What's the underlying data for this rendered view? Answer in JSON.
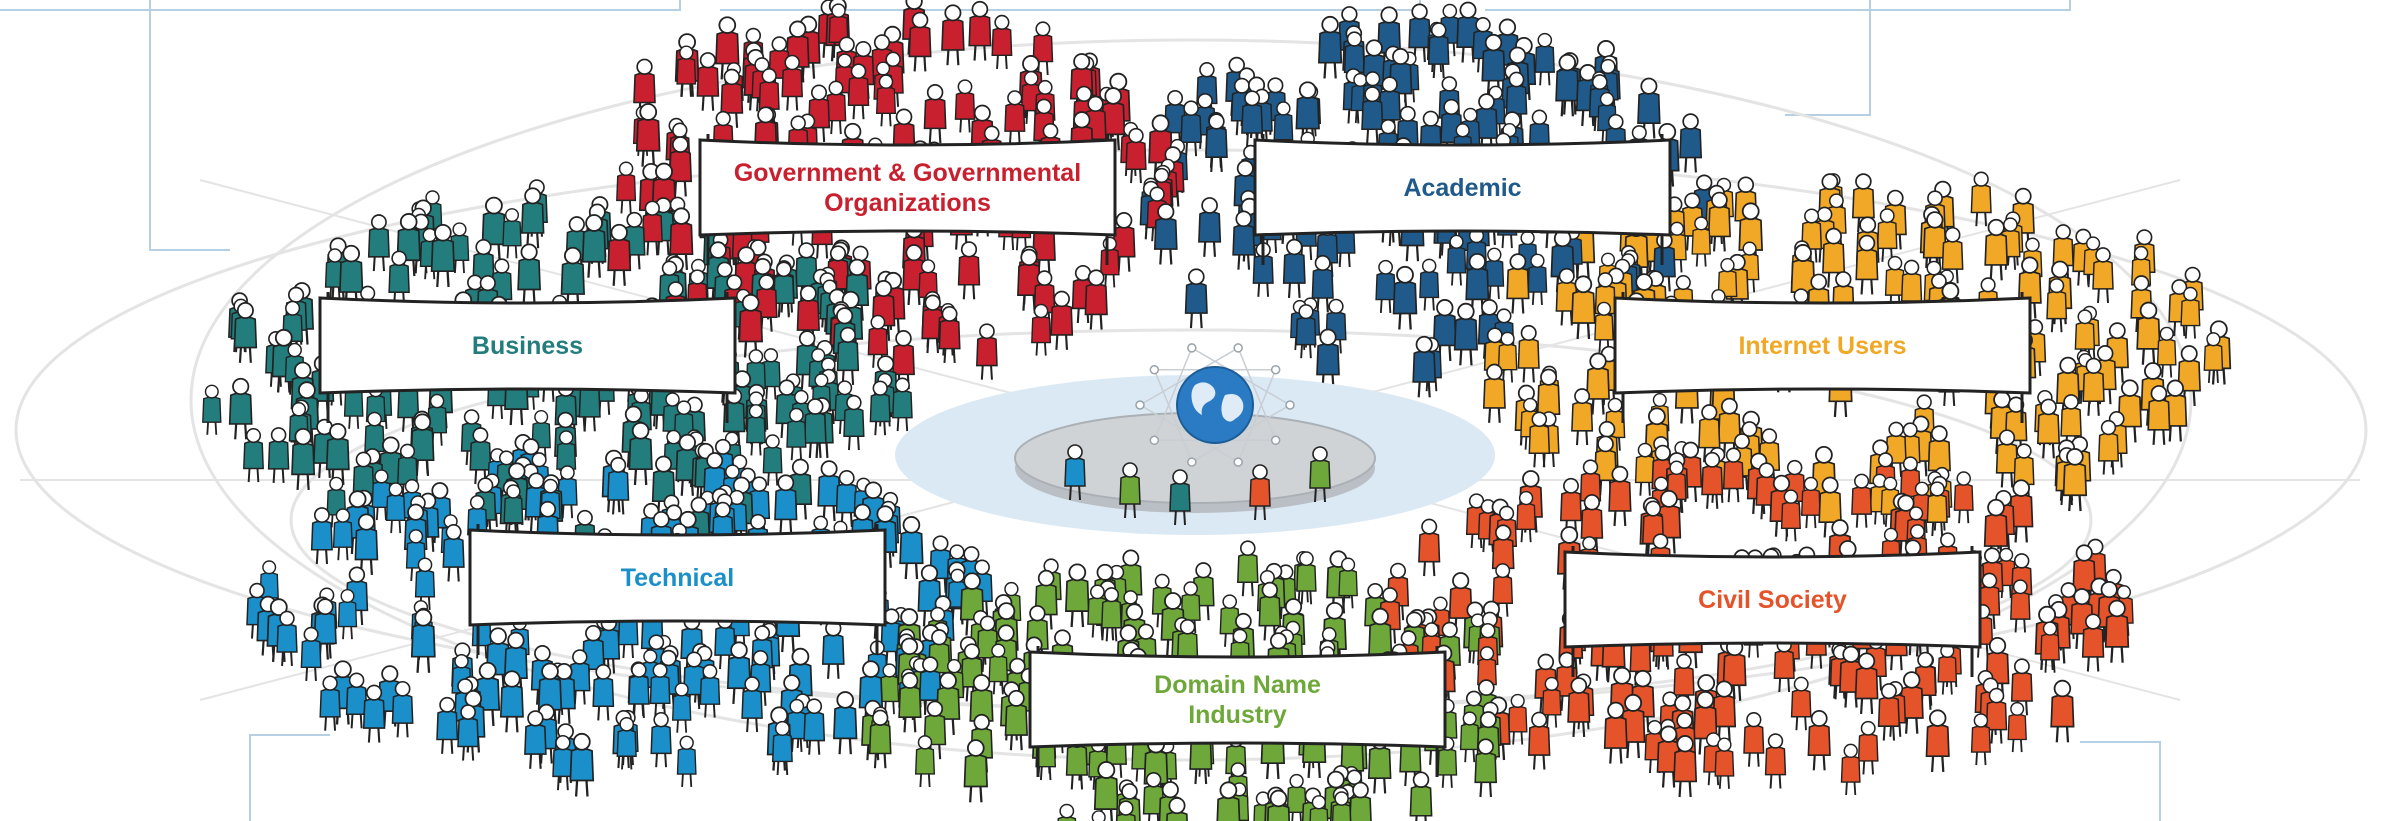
{
  "diagram": {
    "center": {
      "name": "globe-network-icon"
    },
    "groups": [
      {
        "id": "government",
        "label_lines": [
          "Government & Governmental",
          "Organizations"
        ],
        "color": "#c8202e"
      },
      {
        "id": "academic",
        "label_lines": [
          "Academic"
        ],
        "color": "#1f5a8a"
      },
      {
        "id": "business",
        "label_lines": [
          "Business"
        ],
        "color": "#237d7c"
      },
      {
        "id": "internet-users",
        "label_lines": [
          "Internet Users"
        ],
        "color": "#f0a826"
      },
      {
        "id": "technical",
        "label_lines": [
          "Technical"
        ],
        "color": "#1a8fc9"
      },
      {
        "id": "civil-society",
        "label_lines": [
          "Civil Society"
        ],
        "color": "#e5532a"
      },
      {
        "id": "domain-name-industry",
        "label_lines": [
          "Domain Name",
          "Industry"
        ],
        "color": "#6fa83a"
      }
    ],
    "colors": {
      "ring": "#e4e4e4",
      "frame": "#b7cfe2",
      "center_platform": "#cfd3d6",
      "center_glow": "#dbe9f5",
      "outline": "#222222"
    }
  }
}
